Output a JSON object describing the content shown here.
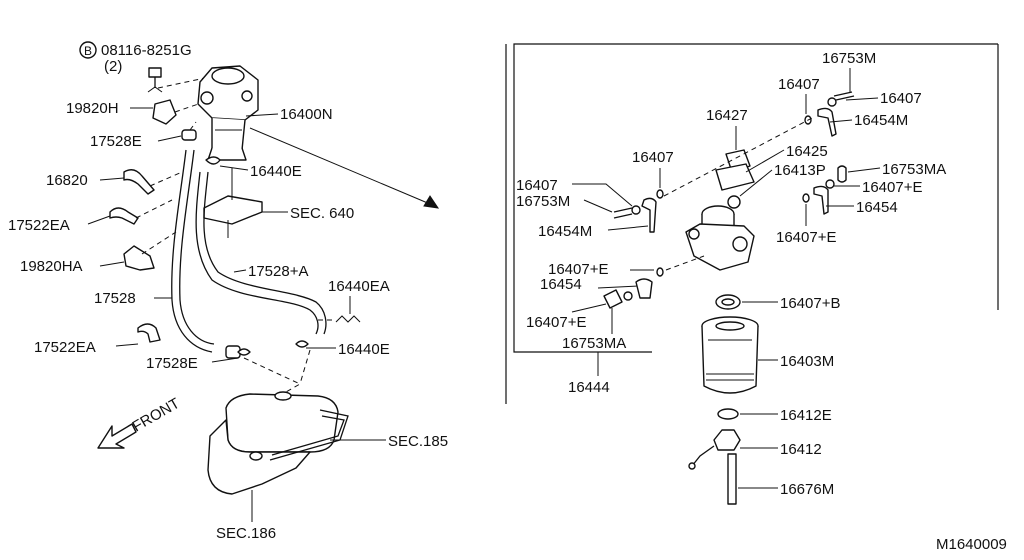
{
  "bolt_spec": {
    "marker": "B",
    "number": "08116-8251G",
    "qty": "(2)"
  },
  "labels": {
    "p19820H": "19820H",
    "p17528E_top": "17528E",
    "p16820": "16820",
    "p17522EA_top": "17522EA",
    "p19820HA": "19820HA",
    "p17528": "17528",
    "p17522EA_bot": "17522EA",
    "p17528E_bot": "17528E",
    "p16400N": "16400N",
    "p16440E_top": "16440E",
    "sec640": "SEC. 640",
    "p17528A": "17528+A",
    "p16440EA": "16440EA",
    "p16440E_bot": "16440E",
    "sec185": "SEC.185",
    "sec186": "SEC.186",
    "front": "FRONT",
    "r16753M_top": "16753M",
    "r16407_a": "16407",
    "r16407_b": "16407",
    "r16427": "16427",
    "r16454M_right": "16454M",
    "r16407_c": "16407",
    "r16425": "16425",
    "r16413P": "16413P",
    "r16753MA_right": "16753MA",
    "r16407E_a": "16407+E",
    "r16407_left": "16407",
    "r16753M_left": "16753M",
    "r16454_right": "16454",
    "r16454M_left": "16454M",
    "r16407E_b": "16407+E",
    "r16407E_c": "16407+E",
    "r16454_left": "16454",
    "r16407E_d": "16407+E",
    "r16753MA_bot": "16753MA",
    "r16444": "16444",
    "r16407B": "16407+B",
    "r16403M": "16403M",
    "r16412E": "16412E",
    "r16412": "16412",
    "r16676M": "16676M"
  },
  "figure_code": "M1640009"
}
